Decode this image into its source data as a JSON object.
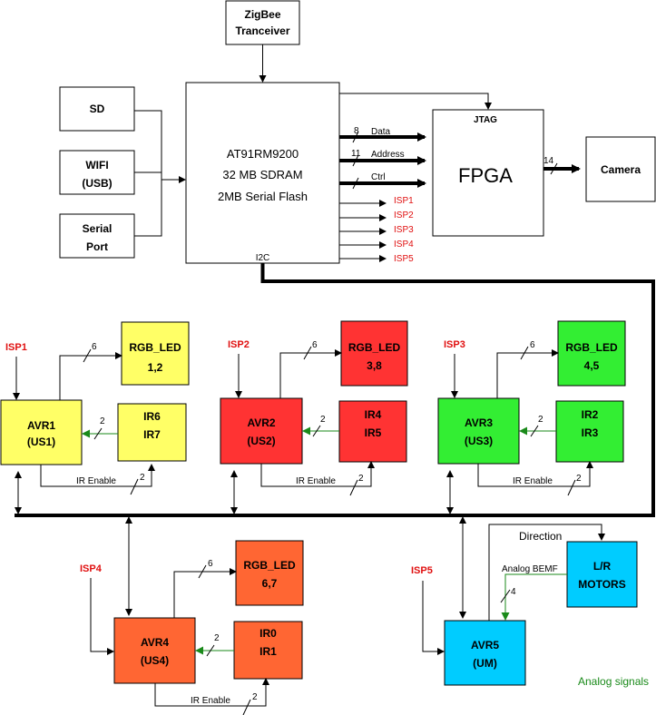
{
  "colors": {
    "yellow": "#ffff66",
    "red": "#ff3333",
    "green": "#33ee33",
    "orange": "#ff6633",
    "cyan": "#00ccff",
    "white": "#ffffff",
    "isp_red": "#e01010",
    "analog_green": "#1a8a1a"
  },
  "top": {
    "zigbee": [
      "ZigBee",
      "Tranceiver"
    ],
    "sd": "SD",
    "wifi": [
      "WIFI",
      "(USB)"
    ],
    "serial": [
      "Serial",
      "Port"
    ],
    "cpu": [
      "AT91RM9200",
      "32 MB SDRAM",
      "2MB Serial Flash"
    ],
    "i2c": "I2C",
    "fpga": "FPGA",
    "jtag": "JTAG",
    "camera": "Camera",
    "buses": [
      {
        "width": "8",
        "label": "Data"
      },
      {
        "width": "11",
        "label": "Address"
      },
      {
        "width": "",
        "label": "Ctrl"
      }
    ],
    "camera_bus": "14",
    "isp_outputs": [
      "ISP1",
      "ISP2",
      "ISP3",
      "ISP4",
      "ISP5"
    ]
  },
  "nodes": [
    {
      "isp": "ISP1",
      "avr": [
        "AVR1",
        "(US1)"
      ],
      "rgb": [
        "RGB_LED",
        "1,2"
      ],
      "ir": [
        "IR6",
        "IR7"
      ],
      "rgb_bus": "6",
      "ir_bus": "2",
      "enable": "IR Enable",
      "enable_bus": "2"
    },
    {
      "isp": "ISP2",
      "avr": [
        "AVR2",
        "(US2)"
      ],
      "rgb": [
        "RGB_LED",
        "3,8"
      ],
      "ir": [
        "IR4",
        "IR5"
      ],
      "rgb_bus": "6",
      "ir_bus": "2",
      "enable": "IR Enable",
      "enable_bus": "2"
    },
    {
      "isp": "ISP3",
      "avr": [
        "AVR3",
        "(US3)"
      ],
      "rgb": [
        "RGB_LED",
        "4,5"
      ],
      "ir": [
        "IR2",
        "IR3"
      ],
      "rgb_bus": "6",
      "ir_bus": "2",
      "enable": "IR Enable",
      "enable_bus": "2"
    },
    {
      "isp": "ISP4",
      "avr": [
        "AVR4",
        "(US4)"
      ],
      "rgb": [
        "RGB_LED",
        "6,7"
      ],
      "ir": [
        "IR0",
        "IR1"
      ],
      "rgb_bus": "6",
      "ir_bus": "2",
      "enable": "IR Enable",
      "enable_bus": "2"
    }
  ],
  "avr5": {
    "isp": "ISP5",
    "label": [
      "AVR5",
      "(UM)"
    ]
  },
  "motors": [
    "L/R",
    "MOTORS"
  ],
  "direction": "Direction",
  "analog_bemf": "Analog BEMF",
  "bemf_bus": "4",
  "legend_analog": "Analog signals"
}
